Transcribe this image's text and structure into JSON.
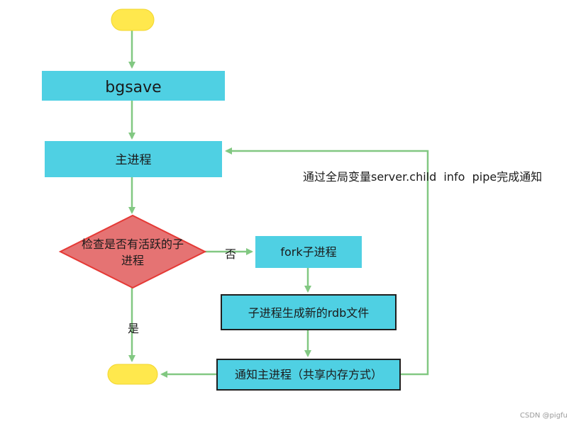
{
  "diagram": {
    "nodes": {
      "bgsave": "bgsave",
      "main_process": "主进程",
      "check_line1": "检查是否有活跃的子",
      "check_line2": "进程",
      "fork_child": "fork子进程",
      "child_gen_rdb": "子进程生成新的rdb文件",
      "notify_main": "通知主进程（共享内存方式）"
    },
    "edge_labels": {
      "no": "否",
      "yes": "是",
      "feedback": "通过全局变量server.child  info  pipe完成通知"
    }
  },
  "watermark": "CSDN @pigfu",
  "colors": {
    "terminal": "#ffe84d",
    "process": "#4fd0e3",
    "decision_fill": "#e57373",
    "decision_stroke": "#e53935",
    "arrow": "#82c882",
    "dark_border": "#1f1f1f"
  }
}
